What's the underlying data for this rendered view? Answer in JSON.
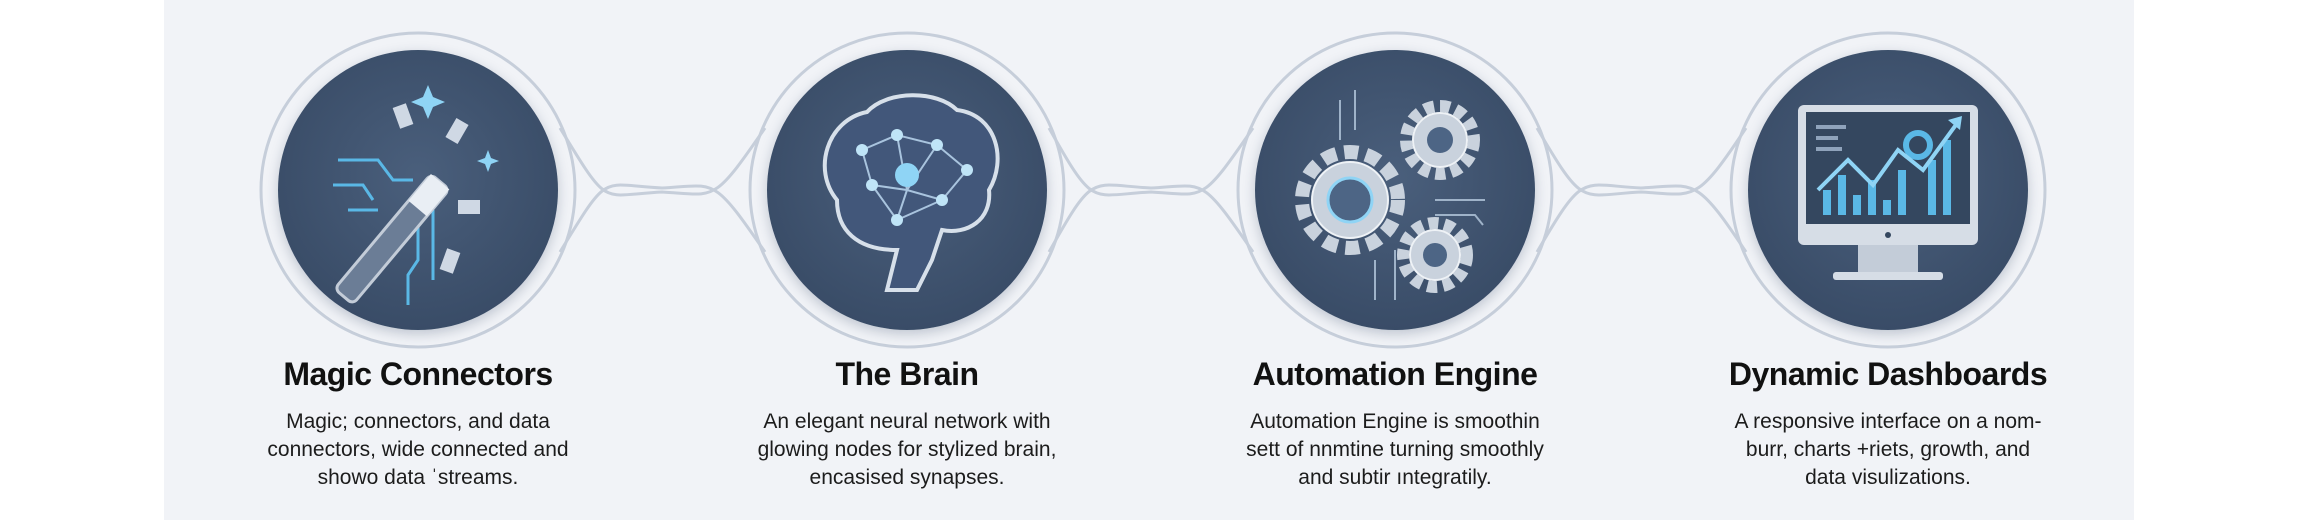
{
  "features": [
    {
      "title": "Magic Connectors",
      "icon": "magic-wand-connectors-icon",
      "lines": [
        "Magic; connectors, and data",
        "connectors, wide connected and",
        "showo data ˈstreams."
      ]
    },
    {
      "title": "The Brain",
      "icon": "brain-network-icon",
      "lines": [
        "An elegant neural network with",
        "glowing nodes for stylized brain,",
        "encasised synapses."
      ]
    },
    {
      "title": "Automation Engine",
      "icon": "gears-icon",
      "lines": [
        "Automation Engine is smoothin",
        "sett of nnmtine turning smoothly",
        "and subtir ıntegratily."
      ]
    },
    {
      "title": "Dynamic Dashboards",
      "icon": "monitor-chart-icon",
      "lines": [
        "A responsive interface on a nom-",
        "burr, charts +riets, growth, and",
        "data visulizations."
      ]
    }
  ],
  "colors": {
    "badge": "#3a4d68",
    "accent": "#5ab8e6",
    "ring": "#c9d0dc",
    "panel": "#f1f3f7"
  }
}
